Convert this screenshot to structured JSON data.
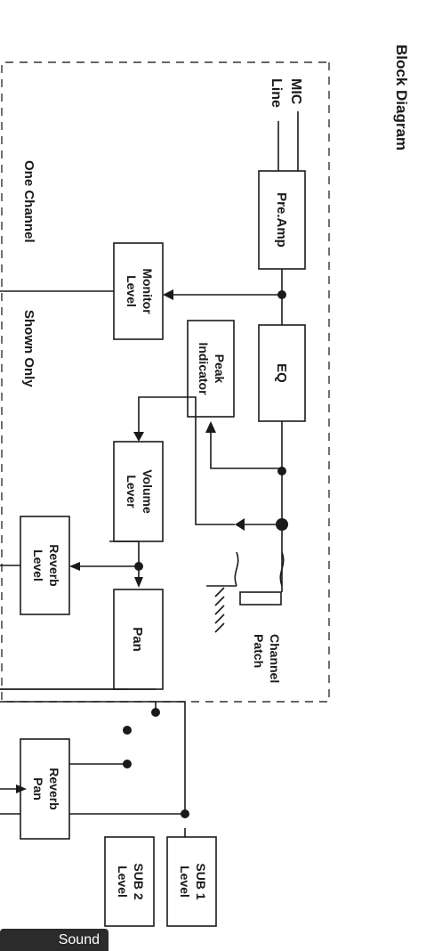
{
  "diagram": {
    "title": "Block Diagram",
    "scope_label_part1": "One Channel",
    "scope_label_part2": "Shown Only",
    "inputs": {
      "mic": "MIC",
      "line": "Line"
    },
    "blocks": {
      "preamp": "Pre.Amp",
      "eq": "EQ",
      "monitor_level": [
        "Monitor",
        "Level"
      ],
      "peak_indicator": [
        "Peak",
        "Indicator"
      ],
      "volume_lever": [
        "Volume",
        "Lever"
      ],
      "reverb_level": [
        "Reverb",
        "Level"
      ],
      "pan": "Pan",
      "channel_patch": [
        "Channel",
        "Patch"
      ],
      "reverb_pan": [
        "Reverb",
        "Pan"
      ],
      "sub1_level": [
        "SUB 1",
        "Level"
      ],
      "sub2_level": [
        "SUB 2",
        "Level"
      ]
    }
  },
  "overlay": {
    "label": "Sound"
  }
}
